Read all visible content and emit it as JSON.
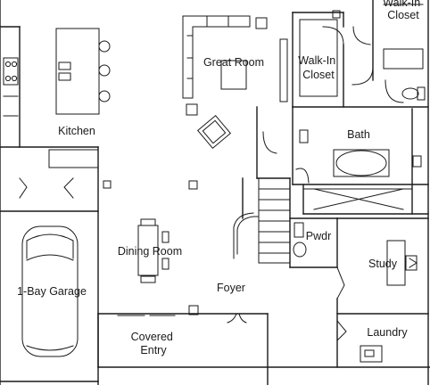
{
  "floor_plan": {
    "rooms": [
      {
        "id": "walk-in-closet-top",
        "lines": [
          "Walk-In",
          "Closet"
        ]
      },
      {
        "id": "great-room",
        "lines": [
          "Great Room"
        ]
      },
      {
        "id": "walk-in-closet",
        "lines": [
          "Walk-In",
          "Closet"
        ]
      },
      {
        "id": "kitchen",
        "lines": [
          "Kitchen"
        ]
      },
      {
        "id": "bath",
        "lines": [
          "Bath"
        ]
      },
      {
        "id": "pwdr",
        "lines": [
          "Pwdr"
        ]
      },
      {
        "id": "dining-room",
        "lines": [
          "Dining Room"
        ]
      },
      {
        "id": "study",
        "lines": [
          "Study"
        ]
      },
      {
        "id": "garage",
        "lines": [
          "1-Bay Garage"
        ]
      },
      {
        "id": "foyer",
        "lines": [
          "Foyer"
        ]
      },
      {
        "id": "covered-entry",
        "lines": [
          "Covered",
          "Entry"
        ]
      },
      {
        "id": "laundry",
        "lines": [
          "Laundry"
        ]
      }
    ],
    "colors": {
      "line": "#1a1a1a",
      "background": "#ffffff"
    }
  }
}
